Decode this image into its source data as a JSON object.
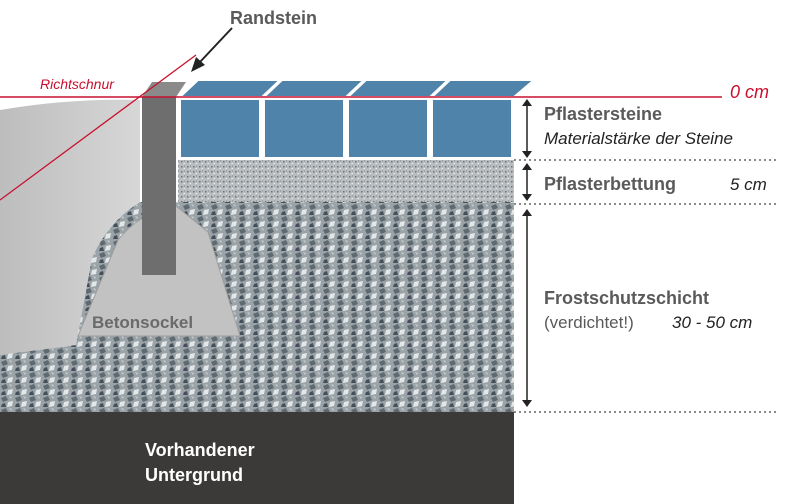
{
  "labels": {
    "randstein": "Randstein",
    "richtschnur": "Richtschnur",
    "zero": "0 cm",
    "pflastersteine": "Pflastersteine",
    "materialstaerke": "Materialstärke der Steine",
    "pflasterbettung": "Pflasterbettung",
    "bettung_depth": "5 cm",
    "frostschutz": "Frostschutzschicht",
    "verdichtet": "(verdichtet!)",
    "frost_depth": "30 - 50 cm",
    "betonsockel": "Betonsockel",
    "untergrund_1": "Vorhandener",
    "untergrund_2": "Untergrund"
  },
  "colors": {
    "string_line": "#c8102e",
    "paving_stone": "#4f83aa",
    "concrete": "#c2c2c2",
    "curb": "#6e6e6e",
    "gravel": "#9aa3a8",
    "bedding": "#b9bdbf",
    "subsoil": "#3b3a38",
    "ground": "#c9c9c9",
    "text": "#5a5a5a"
  }
}
